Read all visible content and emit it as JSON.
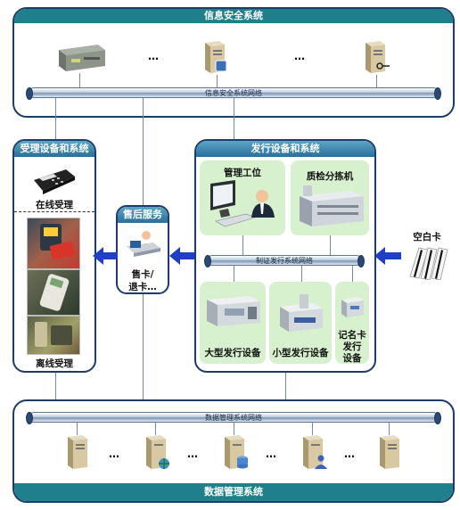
{
  "top_panel": {
    "title": "信息安全系统",
    "bus_label": "信息安全系统网络",
    "ellipsis_1": "…",
    "ellipsis_2": "…"
  },
  "left_panel": {
    "title": "受理设备和系统",
    "online_label": "在线受理",
    "offline_label": "离线受理"
  },
  "aftersales": {
    "title": "售后服务",
    "label_line1": "售卡/",
    "label_line2": "退卡…"
  },
  "issuing_panel": {
    "title": "发行设备和系统",
    "workstation_label": "管理工位",
    "sorter_label": "质检分拣机",
    "bus_label": "制证发行系统网络",
    "large_device_label": "大型发行设备",
    "small_device_label": "小型发行设备",
    "named_card_label": [
      "记名卡",
      "发行",
      "设备"
    ]
  },
  "blank_card": {
    "label": "空白卡"
  },
  "bottom_panel": {
    "title": "数据管理系统",
    "bus_label": "数据管理系统网络",
    "ellipsis": "…"
  },
  "colors": {
    "frame": "#1d3b6b",
    "header": "#1f7f8a",
    "arrow": "#1f3fc7",
    "green_box": "#d7f0cd"
  }
}
